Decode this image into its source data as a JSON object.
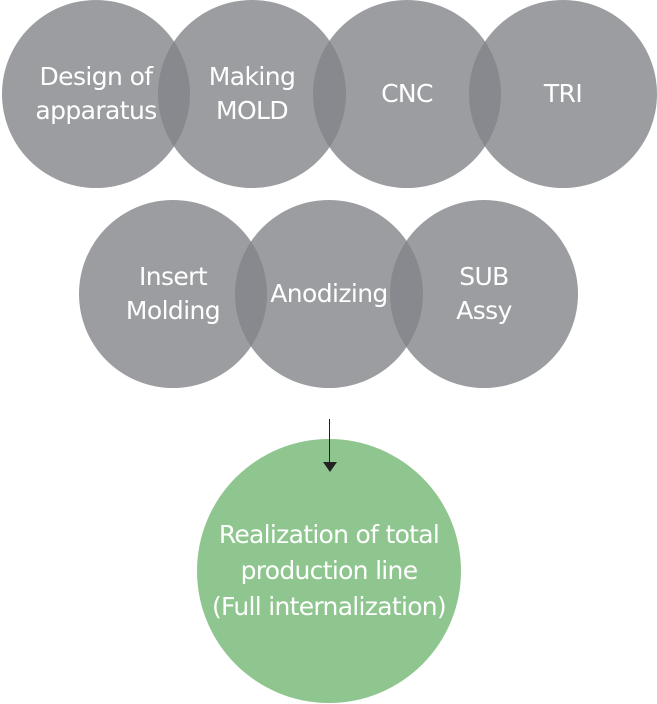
{
  "row1": [
    {
      "id": "design",
      "label": "Design of\napparatus"
    },
    {
      "id": "mold",
      "label": "Making\nMOLD"
    },
    {
      "id": "cnc",
      "label": "CNC"
    },
    {
      "id": "tri",
      "label": "TRI"
    }
  ],
  "row2": [
    {
      "id": "insert",
      "label": "Insert\nMolding"
    },
    {
      "id": "anodizing",
      "label": "Anodizing"
    },
    {
      "id": "sub",
      "label": "SUB\nAssy"
    }
  ],
  "result": {
    "label": "Realization of total\nproduction line\n(Full internalization)"
  },
  "colors": {
    "step_circle": "#8a8c91",
    "result_circle": "#8fc68f",
    "text": "#ffffff",
    "arrow": "#222222"
  }
}
